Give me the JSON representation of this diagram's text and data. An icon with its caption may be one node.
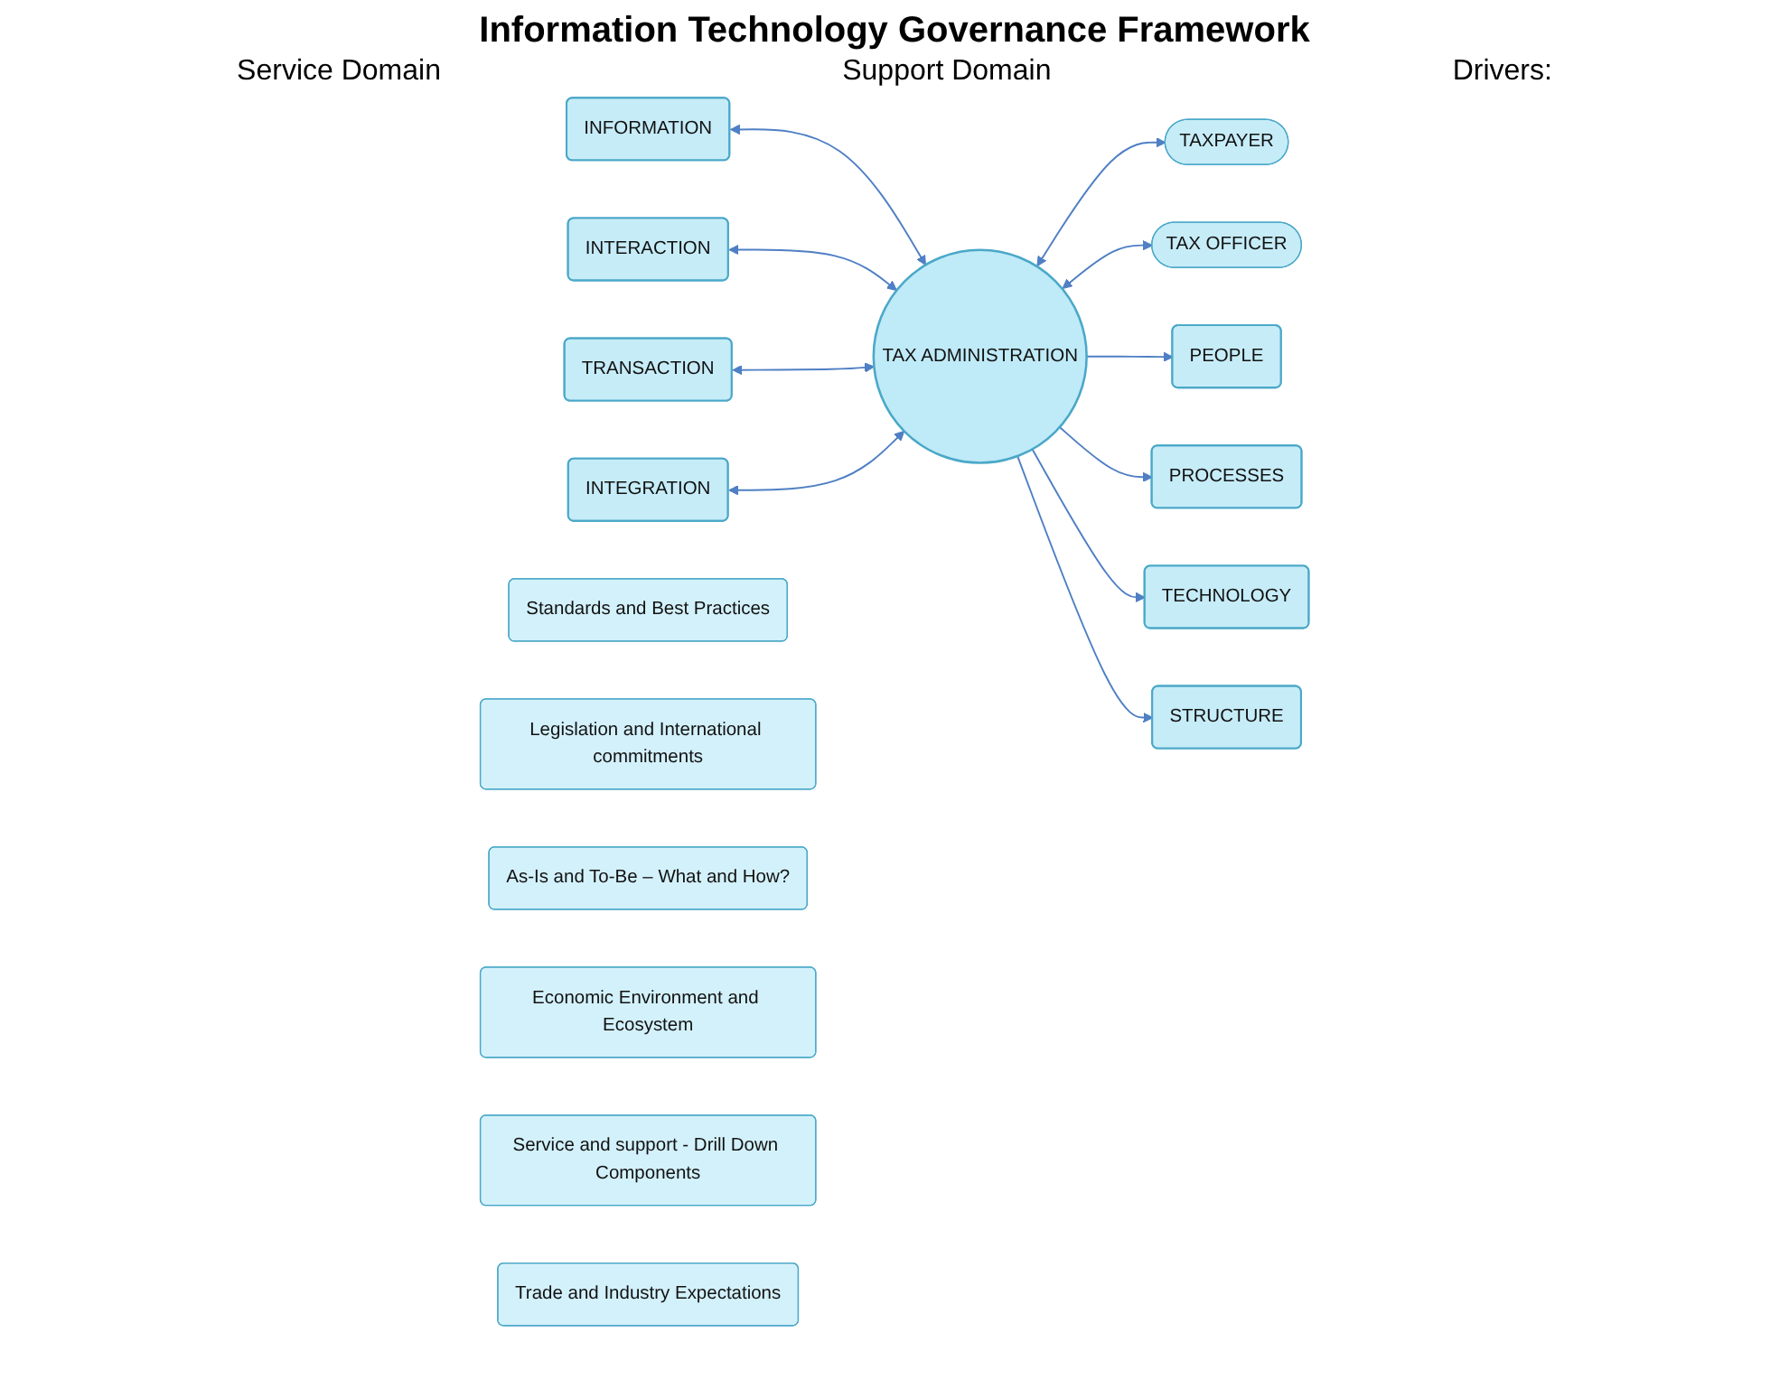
{
  "diagram": {
    "title": "Information Technology Governance Framework",
    "nodes": [
      {
        "text": [
          "TAXPAYER"
        ]
      },
      {
        "text": [
          "INFORMATION"
        ]
      },
      {
        "text": [
          "INTERACTION"
        ]
      },
      {
        "text": [
          "TRANSACTION"
        ]
      },
      {
        "text": [
          "INTEGRATION"
        ]
      },
      {
        "text": [
          "TAX ADMINISTRATION"
        ]
      },
      {
        "text": [
          "PEOPLE"
        ]
      },
      {
        "text": [
          "PROCESSES"
        ]
      },
      {
        "text": [
          "TECHNOLOGY"
        ]
      },
      {
        "text": [
          "STRUCTURE"
        ]
      },
      {
        "text": [
          "TAX OFFICER"
        ]
      },
      {
        "text": [
          "Standards and Best Practices"
        ]
      },
      {
        "text": [
          "Legislation and International commitments"
        ]
      },
      {
        "text": [
          "As-Is and To-Be  – What and How?"
        ]
      },
      {
        "text": [
          "Economic Environment and Ecosystem"
        ]
      },
      {
        "text": [
          "Service and support - Drill Down Components"
        ]
      },
      {
        "text": [
          "Trade and Industry Expectations"
        ]
      }
    ],
    "edges": [
      {
        "from": 1,
        "to": 5,
        "arrow": "both"
      },
      {
        "from": 2,
        "to": 5,
        "arrow": "both"
      },
      {
        "from": 3,
        "to": 5,
        "arrow": "both"
      },
      {
        "from": 4,
        "to": 5,
        "arrow": "both"
      },
      {
        "from": 5,
        "to": 0,
        "arrow": "both"
      },
      {
        "from": 5,
        "to": 10,
        "arrow": "both"
      },
      {
        "from": 5,
        "to": 6,
        "arrow": "to"
      },
      {
        "from": 5,
        "to": 7,
        "arrow": "to"
      },
      {
        "from": 5,
        "to": 8,
        "arrow": "to"
      },
      {
        "from": 5,
        "to": 9,
        "arrow": "to"
      }
    ],
    "labels": [
      "Service Domain",
      "Support Domain",
      "Drivers:"
    ]
  }
}
